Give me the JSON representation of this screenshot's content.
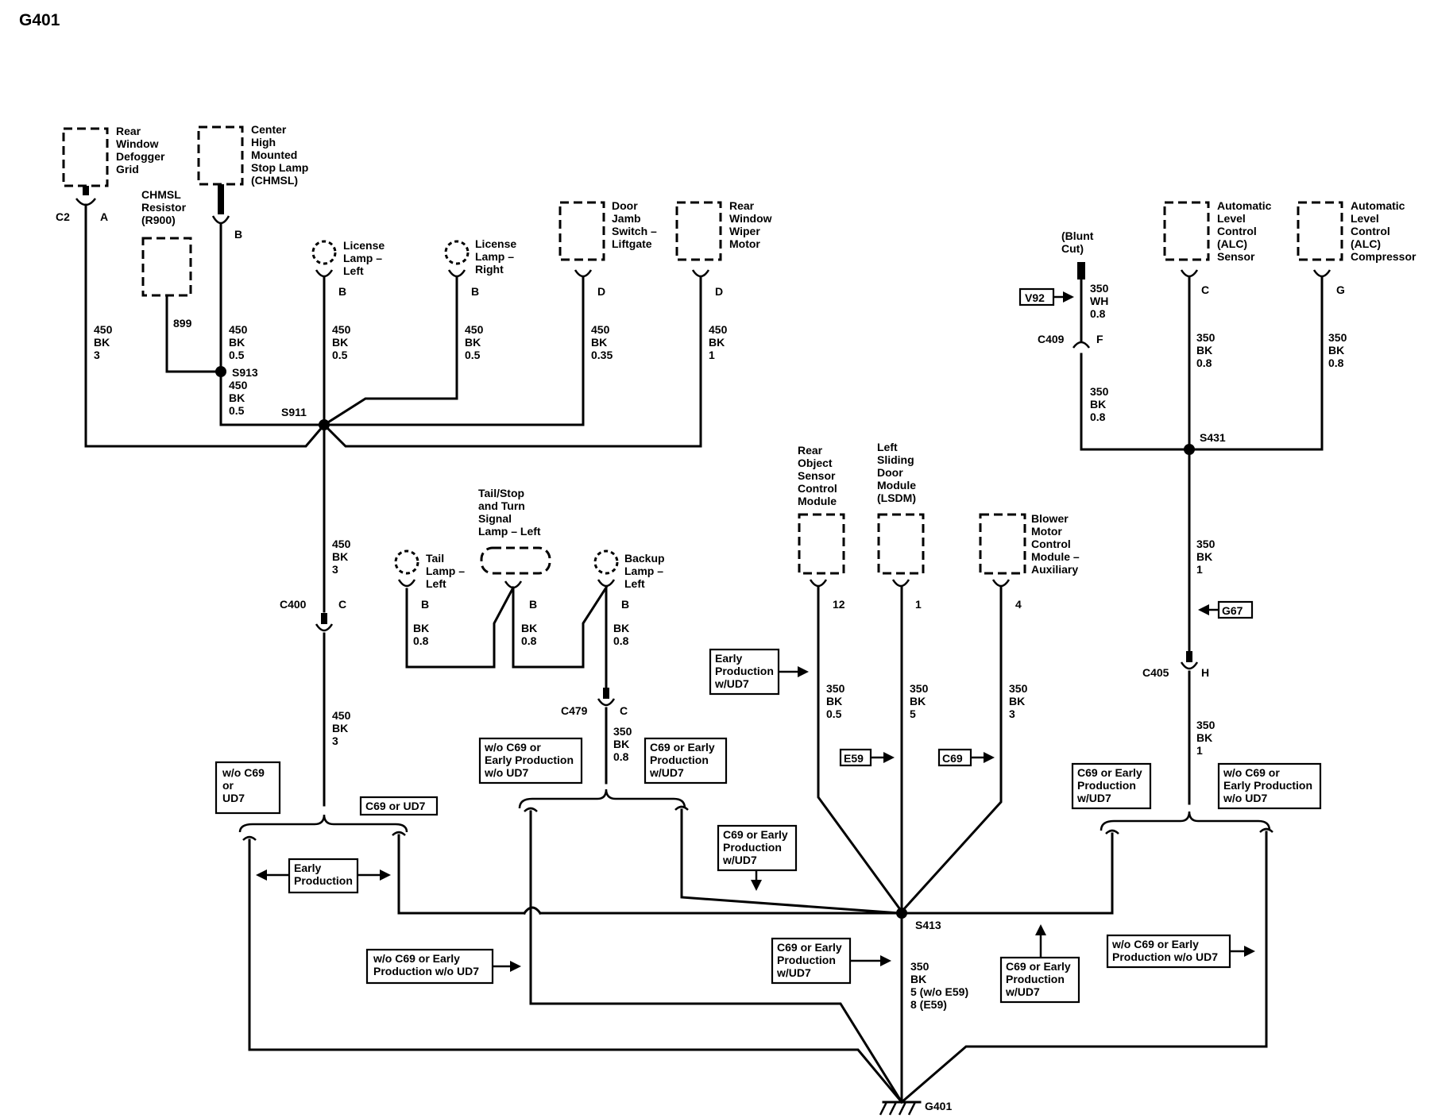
{
  "title": "G401",
  "components": {
    "defogger": "Rear|Window|Defogger|Grid",
    "chmsl": "Center|High|Mounted|Stop Lamp|(CHMSL)",
    "resistor": "CHMSL|Resistor|(R900)",
    "lic_left": "License|Lamp –|Left",
    "lic_right": "License|Lamp –|Right",
    "door_jamb": "Door|Jamb|Switch –|Liftgate",
    "wiper": "Rear|Window|Wiper|Motor",
    "blunt": "(Blunt|Cut)",
    "alc_sensor": "Automatic|Level|Control|(ALC)|Sensor",
    "alc_comp": "Automatic|Level|Control|(ALC)|Compressor",
    "tailstop": "Tail/Stop|and Turn|Signal|Lamp – Left",
    "tail_left": "Tail|Lamp –|Left",
    "backup": "Backup|Lamp –|Left",
    "rear_obj": "Rear|Object|Sensor|Control|Module",
    "lsdm": "Left|Sliding|Door|Module|(LSDM)",
    "blower": "Blower|Motor|Control|Module –|Auxiliary"
  },
  "connectors": {
    "c2": "C2",
    "c2_pin": "A",
    "chmsl_pin": "B",
    "lic_l_pin": "B",
    "lic_r_pin": "B",
    "door_pin": "D",
    "wiper_pin": "D",
    "c409": "C409",
    "c409_pin": "F",
    "alc_s_pin": "C",
    "alc_c_pin": "G",
    "c400": "C400",
    "c400_pin": "C",
    "tail_pin": "B",
    "tailstop_pin": "B",
    "backup_pin": "B",
    "c479": "C479",
    "c479_pin": "C",
    "ros_pin": "12",
    "lsdm_pin": "1",
    "blower_pin": "4",
    "c405": "C405",
    "c405_pin": "H"
  },
  "wires": {
    "w_defog": "450|BK|3",
    "w_899": "899",
    "w_chmsl": "450|BK|0.5",
    "w_s913": "450|BK|0.5",
    "w_lic_l": "450|BK|0.5",
    "w_lic_r": "450|BK|0.5",
    "w_door": "450|BK|0.35",
    "w_wiper": "450|BK|1",
    "w_blunt": "350|WH|0.8",
    "w_c409": "350|BK|0.8",
    "w_alc_s": "350|BK|0.8",
    "w_alc_c": "350|BK|0.8",
    "w_main1": "450|BK|3",
    "w_main2": "450|BK|3",
    "w_tail": "BK|0.8",
    "w_tailstop": "BK|0.8",
    "w_backup": "BK|0.8",
    "w_c479": "350|BK|0.8",
    "w_ros": "350|BK|0.5",
    "w_lsdm": "350|BK|5",
    "w_blower": "350|BK|3",
    "w_s431": "350|BK|1",
    "w_c405": "350|BK|1",
    "w_ground": "350|BK|5 (w/o E59)|8 (E59)"
  },
  "splices": {
    "s913": "S913",
    "s911": "S911",
    "s431": "S431",
    "s413": "S413",
    "g401": "G401"
  },
  "references": {
    "v92": "V92",
    "g67": "G67",
    "e59": "E59",
    "c69": "C69"
  },
  "options": {
    "opt_woc69_ud7": "w/o C69|or|UD7",
    "opt_c69_ud7": "C69 or UD7",
    "opt_early": "Early|Production",
    "opt_woc69_early_l": "w/o C69 or|Early Production|w/o UD7",
    "opt_c69_early_l": "C69 or Early|Production|w/UD7",
    "opt_early_w_ud7": "Early|Production|w/UD7",
    "opt_c69_early_mid": "C69 or Early|Production|w/UD7",
    "opt_woc69_bottom": "w/o C69 or Early|Production w/o UD7",
    "opt_c69_early_bottom": "C69 or Early|Production|w/UD7",
    "opt_c69_early_up": "C69 or Early|Production|w/UD7",
    "opt_c69_early_r": "C69 or Early|Production|w/UD7",
    "opt_woc69_r": "w/o C69 or|Early Production|w/o UD7",
    "opt_woc69_r_bottom": "w/o C69 or Early|Production w/o UD7"
  }
}
